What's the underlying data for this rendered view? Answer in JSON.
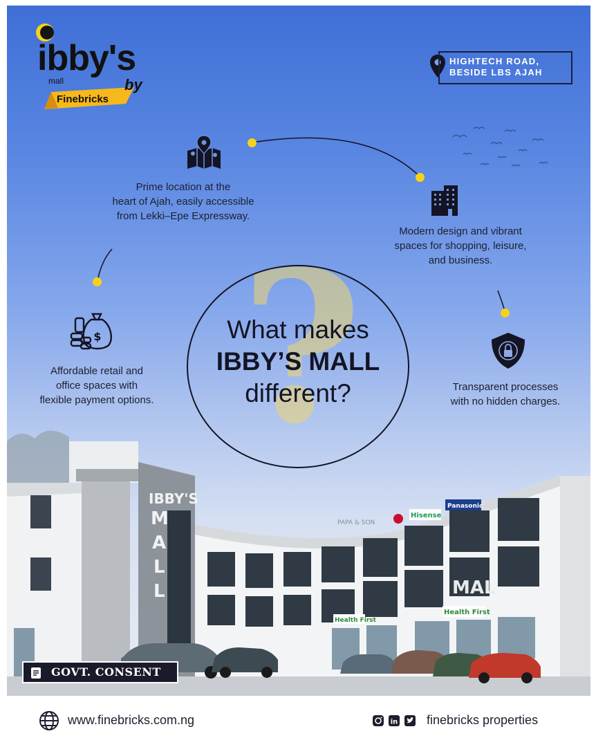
{
  "brand": {
    "logo_name": "ibby's",
    "logo_sub": "mall",
    "logo_by": "by",
    "logo_company": "Finebricks",
    "colors": {
      "yellow": "#f7d21a",
      "navy": "#1a1f3a",
      "sky": "#4b7bdc"
    }
  },
  "location": {
    "icon": "map-pin-icon",
    "line1": "HIGHTECH ROAD,",
    "line2": "BESIDE LBS AJAH"
  },
  "headline": {
    "line1": "What makes",
    "line2": "IBBY’S MALL",
    "line3": "different?"
  },
  "features": [
    {
      "icon": "map-location-icon",
      "line1": "Prime location at the",
      "line2": "heart of Ajah, easily accessible",
      "line3": "from Lekki–Epe Expressway."
    },
    {
      "icon": "building-icon",
      "line1": "Modern design and vibrant",
      "line2": "spaces for shopping, leisure,",
      "line3": "and business."
    },
    {
      "icon": "money-bag-icon",
      "line1": "Affordable retail and",
      "line2": "office spaces with",
      "line3": "flexible payment options."
    },
    {
      "icon": "shield-lock-icon",
      "line1": "Transparent processes",
      "line2": "with no hidden charges."
    }
  ],
  "building": {
    "sign_top": "IBBY'S",
    "sign_vertical": "MALL",
    "store_signs": [
      "PAPA & SON",
      "Hisense",
      "Panasonic",
      "Health First",
      "Health First",
      "MAL"
    ]
  },
  "badge": {
    "label": "GOVT. CONSENT",
    "icon": "document-icon"
  },
  "footer": {
    "website": "www.finebricks.com.ng",
    "web_icon": "globe-icon",
    "social_icons": [
      "instagram-icon",
      "linkedin-icon",
      "twitter-icon"
    ],
    "handle": "finebricks properties"
  }
}
